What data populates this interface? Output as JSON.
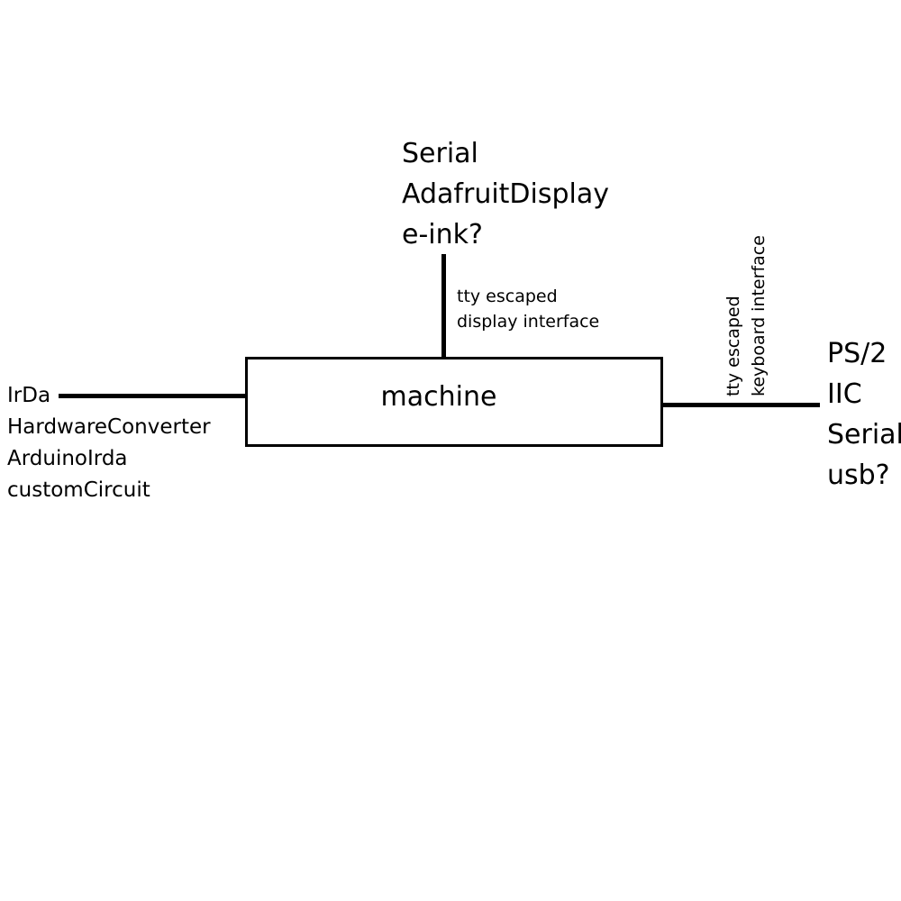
{
  "machine": {
    "label": "machine"
  },
  "top": {
    "items": [
      "Serial",
      "AdafruitDisplay",
      "e-ink?"
    ],
    "interface_lines": [
      "tty escaped",
      "display interface"
    ]
  },
  "left": {
    "items": [
      "IrDa",
      "HardwareConverter",
      "ArduinoIrda",
      "customCircuit"
    ]
  },
  "right": {
    "items": [
      "PS/2",
      "IIC",
      "Serial",
      "usb?"
    ],
    "interface_lines": [
      "tty escaped",
      "keyboard interface"
    ]
  },
  "colors": {
    "ink": "#000000",
    "background": "#ffffff"
  }
}
